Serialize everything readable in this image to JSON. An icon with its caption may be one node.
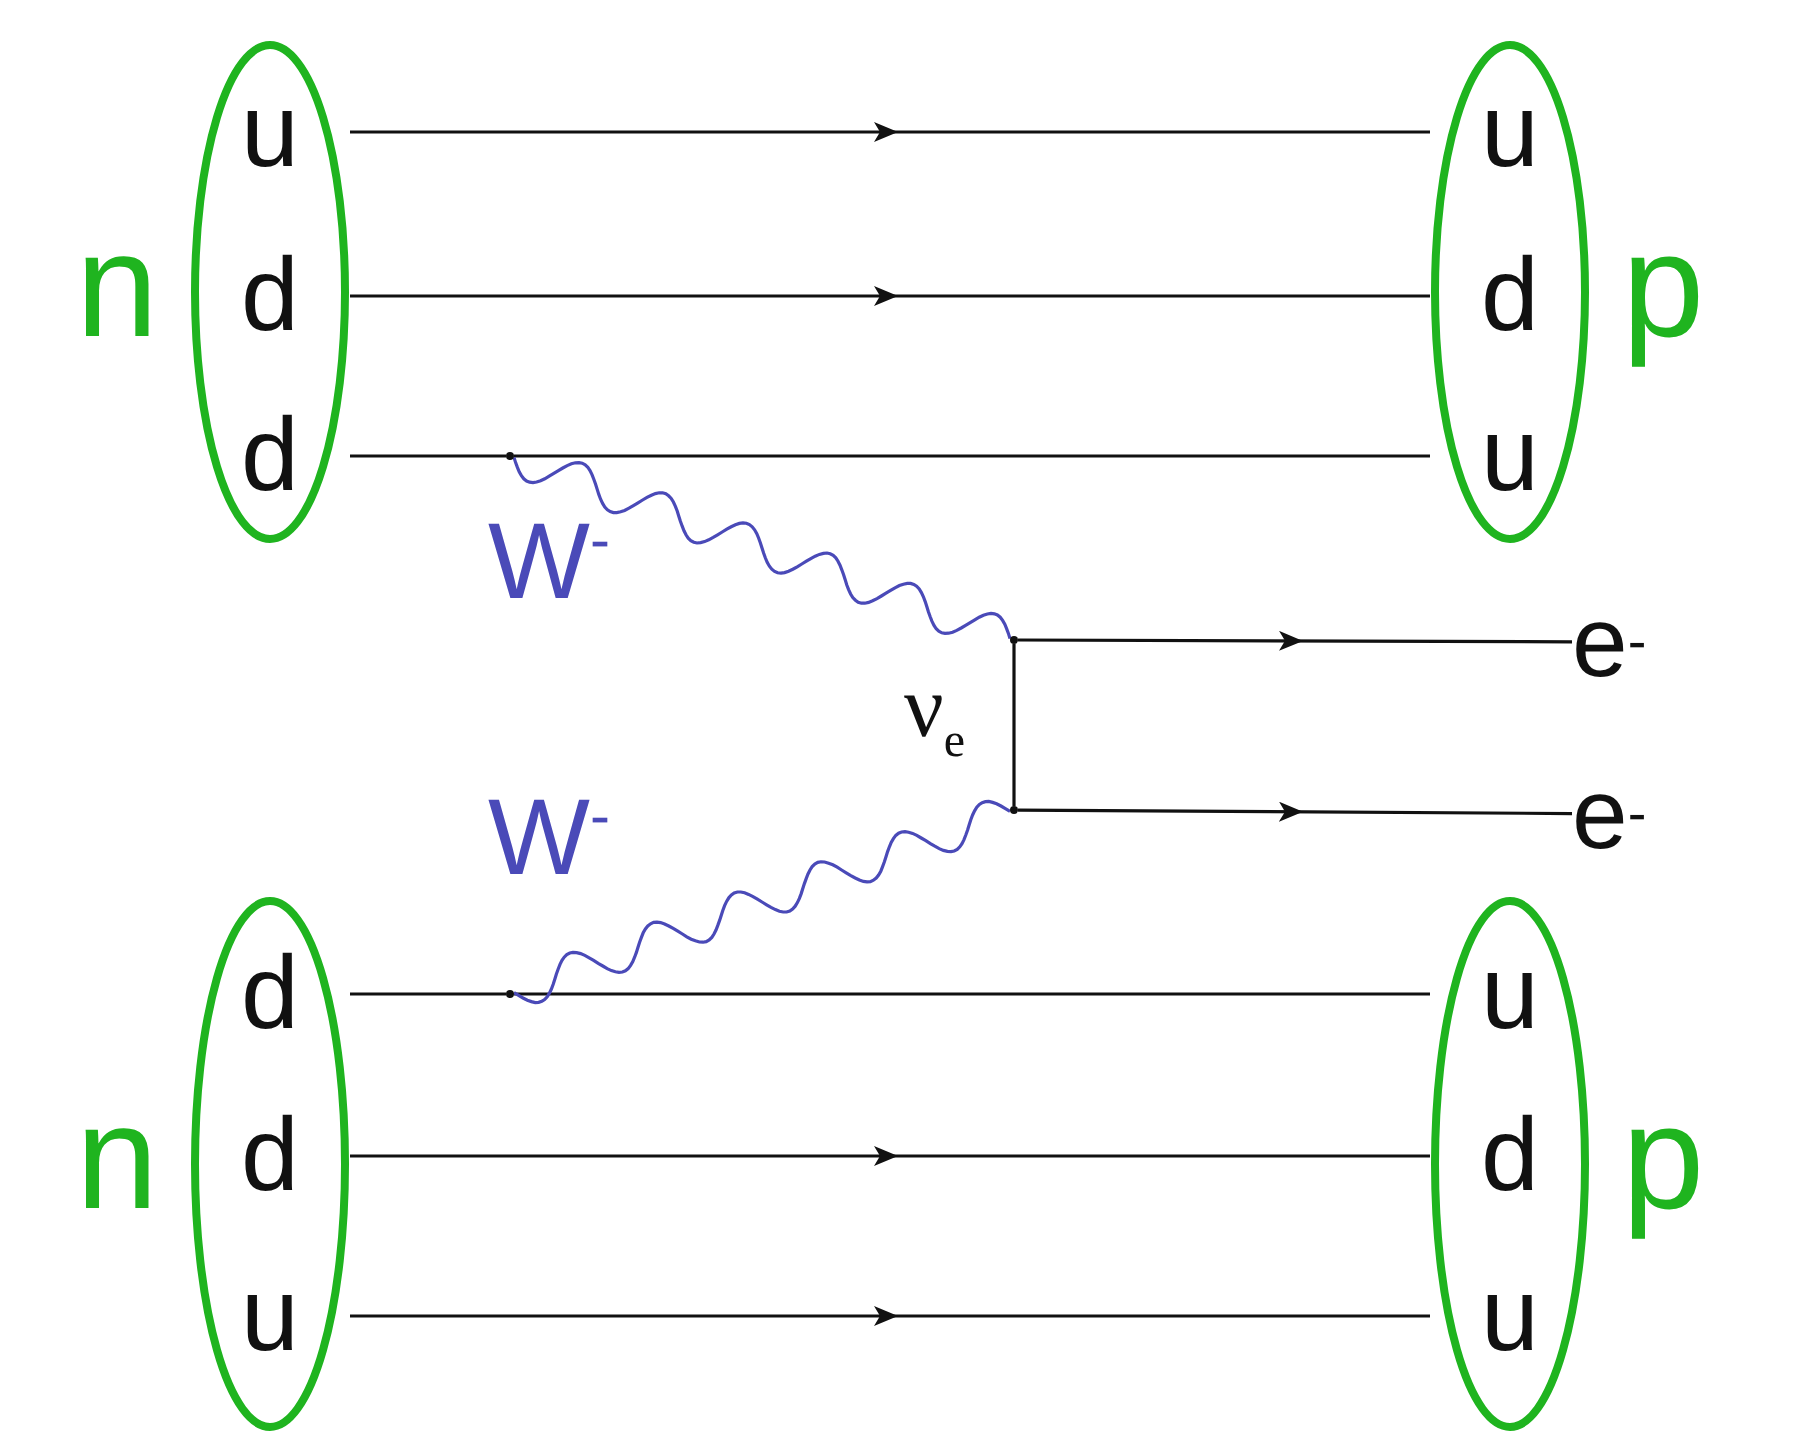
{
  "diagram": {
    "nodes": [
      {
        "text": [],
        "shape": "ellipse",
        "beside": [
          "n"
        ]
      },
      {
        "text": [
          "u"
        ],
        "in": 0
      },
      {
        "text": [
          "d"
        ],
        "in": 0
      },
      {
        "text": [
          "d"
        ],
        "in": 0
      },
      {
        "text": [],
        "shape": "ellipse",
        "beside": [
          "p"
        ]
      },
      {
        "text": [
          "u"
        ],
        "in": 4
      },
      {
        "text": [
          "d"
        ],
        "in": 4
      },
      {
        "text": [
          "u"
        ],
        "in": 4
      },
      {
        "text": [],
        "shape": "ellipse",
        "beside": [
          "n"
        ]
      },
      {
        "text": [
          "d"
        ],
        "in": 8
      },
      {
        "text": [
          "d"
        ],
        "in": 8
      },
      {
        "text": [
          "u"
        ],
        "in": 8
      },
      {
        "text": [],
        "shape": "ellipse",
        "beside": [
          "p"
        ]
      },
      {
        "text": [
          "u"
        ],
        "in": 12
      },
      {
        "text": [
          "d"
        ],
        "in": 12
      },
      {
        "text": [
          "u"
        ],
        "in": 12
      },
      {
        "text": [],
        "shape": "point"
      },
      {
        "text": [],
        "shape": "point"
      },
      {
        "text": [],
        "shape": "point"
      },
      {
        "text": [],
        "shape": "point"
      },
      {
        "text": [
          "e$^{-}$"
        ]
      },
      {
        "text": [
          "e$^{-}$"
        ]
      }
    ],
    "edges": [
      {
        "from": 1,
        "to": 5,
        "arrow": "to"
      },
      {
        "from": 2,
        "to": 6,
        "arrow": "to"
      },
      {
        "from": 3,
        "to": 16,
        "arrow": "none"
      },
      {
        "from": 16,
        "to": 7,
        "arrow": "none"
      },
      {
        "from": 9,
        "to": 17,
        "arrow": "none"
      },
      {
        "from": 17,
        "to": 13,
        "arrow": "none"
      },
      {
        "from": 10,
        "to": 14,
        "arrow": "to"
      },
      {
        "from": 11,
        "to": 15,
        "arrow": "to"
      },
      {
        "from": 16,
        "to": 18,
        "arrow": "none",
        "label": "W$^{-}$",
        "color": "#4a4ab8"
      },
      {
        "from": 17,
        "to": 19,
        "arrow": "none",
        "label": "W$^{-}$",
        "color": "#4a4ab8"
      },
      {
        "from": 18,
        "to": 19,
        "arrow": "none",
        "label": "ν$_{e}$"
      },
      {
        "from": 18,
        "to": 20,
        "arrow": "to"
      },
      {
        "from": 19,
        "to": 21,
        "arrow": "to"
      }
    ]
  }
}
